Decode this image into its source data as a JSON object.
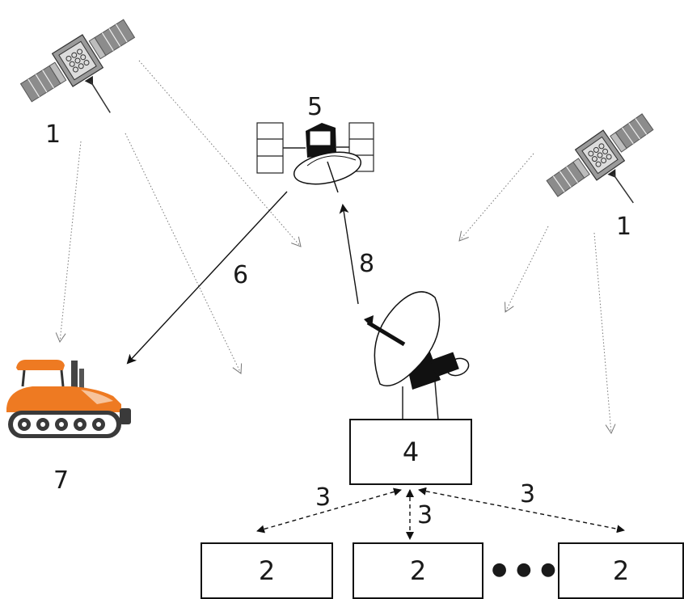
{
  "labels": {
    "sat_left": "1",
    "sat_right": "1",
    "relay_sat": "5",
    "downlink": "6",
    "uplink": "8",
    "vehicle": "7",
    "link_left": "3",
    "link_center": "3",
    "link_right": "3",
    "ellipsis": "● ● ●"
  },
  "boxes": {
    "base_station": "4",
    "receiver_left": "2",
    "receiver_center": "2",
    "receiver_right": "2"
  },
  "colors": {
    "line": "#111111",
    "dotted": "#888888",
    "panel": "#8c8c8c",
    "vehicle_orange": "#ee7a22",
    "vehicle_dark": "#3a3a3a"
  },
  "icons": [
    "gnss-satellite-icon",
    "relay-satellite-icon",
    "dish-antenna-icon",
    "tracked-vehicle-icon"
  ]
}
